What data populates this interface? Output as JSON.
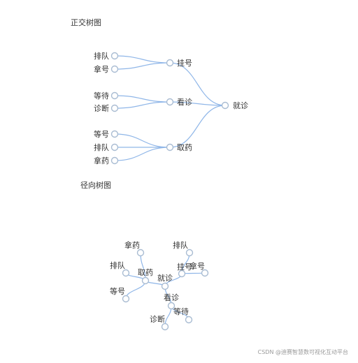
{
  "titles": {
    "orthogonal": "正交树图",
    "radial": "径向树图"
  },
  "tree": {
    "name": "就诊",
    "children": [
      {
        "name": "挂号",
        "children": [
          {
            "name": "排队"
          },
          {
            "name": "拿号"
          }
        ]
      },
      {
        "name": "看诊",
        "children": [
          {
            "name": "等待"
          },
          {
            "name": "诊断"
          }
        ]
      },
      {
        "name": "取药",
        "children": [
          {
            "name": "等号"
          },
          {
            "name": "排队"
          },
          {
            "name": "拿药"
          }
        ]
      }
    ]
  },
  "watermark": "CSDN @迪赛智慧数可视化互动平台",
  "colors": {
    "link": "#8fb6e8",
    "node_stroke": "#a9bcd2",
    "text": "#333333"
  }
}
